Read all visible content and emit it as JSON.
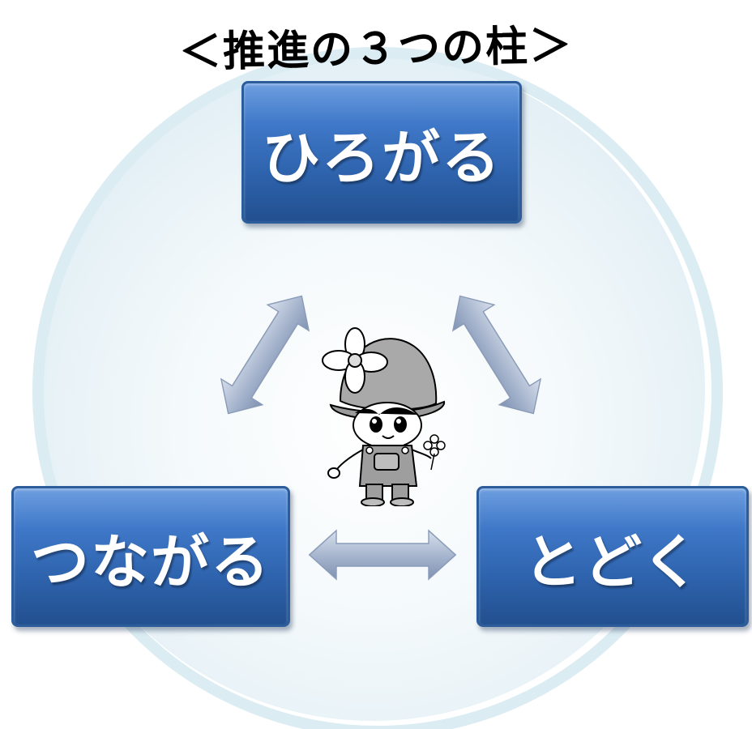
{
  "title": "＜推進の３つの柱＞",
  "pillars": {
    "top": "ひろがる",
    "left": "つながる",
    "right": "とどく"
  },
  "colors": {
    "box_fill": "#3f78c8",
    "box_border": "#2c5c9a",
    "ring": "#dbecf3",
    "arrow": "#a9b7cf"
  },
  "icons": [
    "mascot-icon",
    "double-arrow-icon"
  ]
}
